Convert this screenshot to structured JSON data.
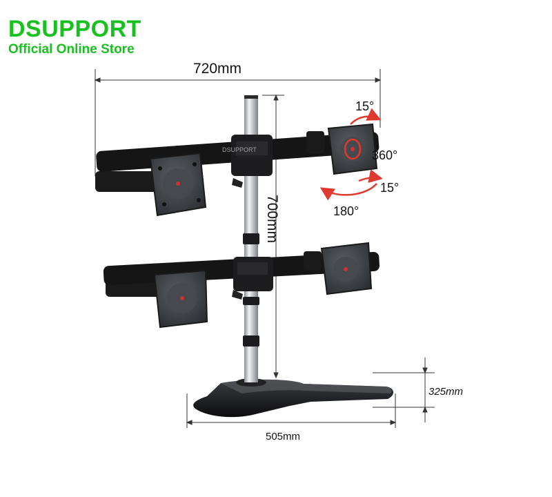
{
  "brand": {
    "name": "DSUPPORT",
    "subtitle": "Official Online Store",
    "color": "#18c020"
  },
  "dimensions": {
    "width": "720mm",
    "height": "700mm",
    "base_depth": "325mm",
    "base_width": "505mm"
  },
  "rotation": {
    "tilt_up": "15°",
    "rotate": "360°",
    "tilt_down": "15°",
    "swivel": "180°"
  },
  "product_logo": "DSUPPORT",
  "colors": {
    "arrow": "#e0392f",
    "pole": "#c9ccd0",
    "arm": "#1a1a1a",
    "plate": "#3c3f44"
  }
}
